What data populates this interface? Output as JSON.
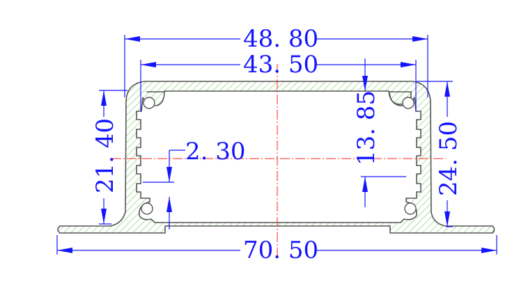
{
  "drawing": {
    "colors": {
      "dimension": "#1414ff",
      "centerline": "#ff2020",
      "outline": "#555555",
      "hatch": "#7ecf6a"
    },
    "dimensions": {
      "outer_width": "48. 80",
      "inner_width": "43. 50",
      "base_width": "70. 50",
      "left_height": "21. 40",
      "right_height": "24. 50",
      "inner_height": "13. 85",
      "thickness": "2. 30"
    }
  }
}
